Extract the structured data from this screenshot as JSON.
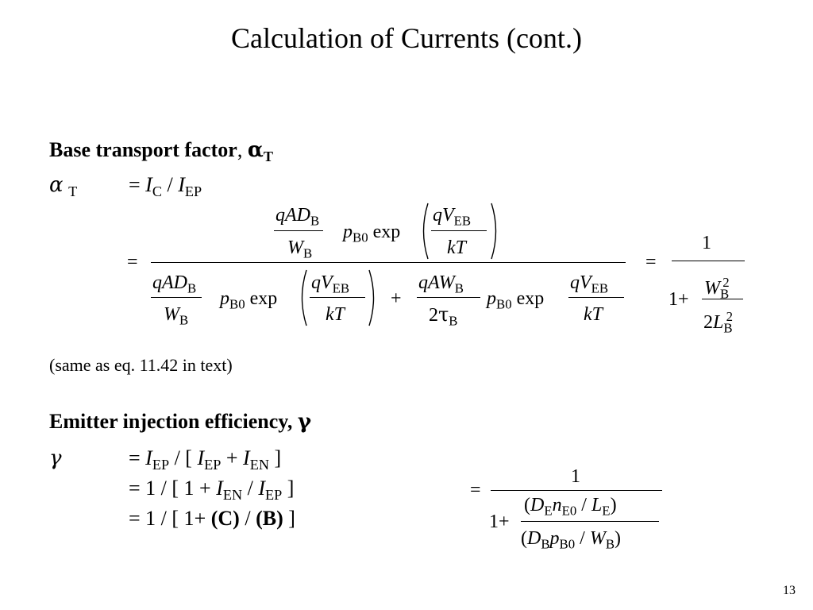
{
  "title": "Calculation of Currents (cont.)",
  "sec1": {
    "heading": "Base transport factor",
    "comma": ",",
    "alpha": "α",
    "alpha_sub": "T"
  },
  "alphaT": {
    "sym": "α",
    "sub": "T"
  },
  "eq1": {
    "eq": "=",
    "I": "I",
    "C": "C",
    "slash": " / ",
    "I2": "I",
    "EP": "EP"
  },
  "frac": {
    "q": "q",
    "A": "A",
    "D": "D",
    "W": "W",
    "B": "B",
    "p": "p",
    "B0": "B0",
    "exp": "exp",
    "V": "V",
    "EB": "EB",
    "k": "k",
    "T": "T",
    "plus": "+",
    "two": "2",
    "tau": "τ",
    "eq": "="
  },
  "result1": {
    "eq": "=",
    "one": "1",
    "onep": "1",
    "plus": "+",
    "W": "W",
    "B": "B",
    "sq": "2",
    "two": "2",
    "L": "L"
  },
  "note": "(same as eq. 11.42 in text)",
  "sec2": {
    "heading": "Emitter injection efficiency,",
    "gamma": "γ"
  },
  "gamma_line": {
    "sym": "γ"
  },
  "eq2": {
    "line1": {
      "eq": "=",
      "I": "I",
      "EP": "EP",
      "a": " / [ ",
      "I2": "I",
      "EP2": "EP",
      "plus": " + ",
      "I3": "I",
      "EN": "EN",
      "close": " ]"
    },
    "line2": {
      "eq": "=",
      "a": " 1 / [ 1 + ",
      "I": "I",
      "EN": "EN",
      "slash": " / ",
      "I2": "I",
      "EP": "EP",
      "close": "  ]"
    },
    "line3": {
      "eq": "=",
      "a": " 1 / [ 1",
      "plus": "+ ",
      "C": "(C)",
      "slash": " / ",
      "B": "(B)",
      "close": "  ]"
    }
  },
  "result2": {
    "eq": "=",
    "one": "1",
    "onep": "1",
    "plus": "+",
    "num": {
      "lp": "(",
      "D": "D",
      "E": "E",
      "n": "n",
      "E0": "E0",
      "slash": " / ",
      "L": "L",
      "E2": "E",
      "rp": ")"
    },
    "den": {
      "lp": "(",
      "D": "D",
      "B": "B",
      "p": "p",
      "B0": "B0",
      "slash": " / ",
      "W": "W",
      "B2": "B",
      "rp": ")"
    }
  },
  "page_number": "13"
}
